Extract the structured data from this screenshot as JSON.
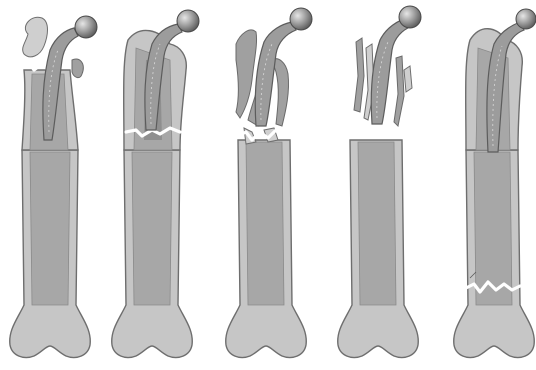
{
  "figure": {
    "panel_count": 5,
    "panels": [
      {
        "id": "panel-1"
      },
      {
        "id": "panel-2"
      },
      {
        "id": "panel-3"
      },
      {
        "id": "panel-4"
      },
      {
        "id": "panel-5"
      }
    ],
    "colors": {
      "background": "#ffffff",
      "bone_cortex": "#c6c6c6",
      "bone_shaft": "#a7a7a7",
      "implant_stem": "#9c9c9c",
      "fracture_line": "#ffffff",
      "outline": "#6e6e6e"
    }
  }
}
